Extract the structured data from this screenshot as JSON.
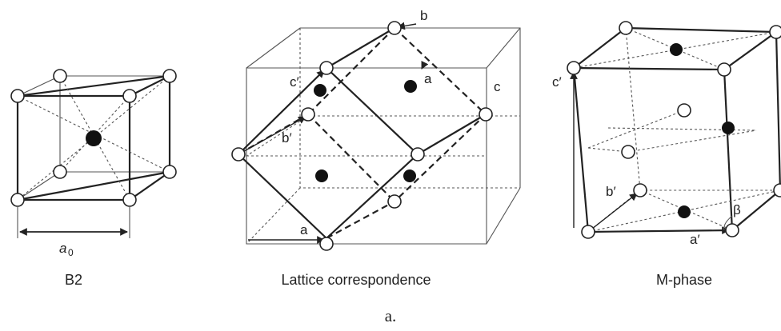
{
  "panels": {
    "b2": {
      "caption": "B2",
      "lattice_label": "a",
      "lattice_subscript": "0"
    },
    "lattice": {
      "caption": "Lattice correspondence",
      "labels": {
        "a": "a",
        "b": "b",
        "c": "c",
        "a_prime": "a",
        "b_prime": "b′",
        "c_prime": "c′"
      }
    },
    "mphase": {
      "caption": "M-phase",
      "labels": {
        "a_prime": "a′",
        "b_prime": "b′",
        "c_prime": "c′",
        "beta": "β"
      }
    }
  },
  "figure_label": "a."
}
